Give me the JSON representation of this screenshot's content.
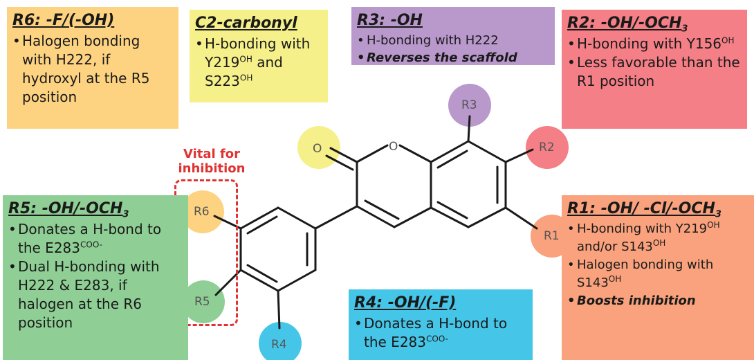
{
  "boxes": {
    "r6": {
      "title": "R6: -F/(-OH)",
      "items": [
        "Halogen bonding with H222, if hydroxyl at the R5 position"
      ]
    },
    "c2": {
      "title": "C2-carbonyl",
      "items": [
        [
          "H-bonding with Y219",
          "OH",
          " and S223",
          "OH"
        ]
      ]
    },
    "r3": {
      "title": "R3: -OH",
      "items": [
        "H-bonding with H222",
        "Reverses the scaffold"
      ]
    },
    "r2": {
      "title_main": "R2: -OH/-OCH",
      "title_sub": "3",
      "items": [
        [
          "H-bonding with Y156",
          "OH"
        ],
        "Less favorable than the R1 position"
      ]
    },
    "r5": {
      "title_main": "R5: -OH/-OCH",
      "title_sub": "3",
      "items": [
        [
          "Donates a H-bond to the E283",
          "COO-"
        ],
        "Dual H-bonding with H222 & E283, if halogen at the R6 position"
      ]
    },
    "r4": {
      "title": "R4: -OH/(-F)",
      "items": [
        [
          "Donates a H-bond to the E283",
          "COO-"
        ]
      ]
    },
    "r1": {
      "title_main": "R1: -OH/ -Cl/-OCH",
      "title_sub": "3",
      "items": [
        [
          "H-bonding with Y219",
          "OH",
          " and/or S143",
          "OH"
        ],
        [
          "Halogen bonding with S143",
          "OH"
        ],
        "Boosts inhibition"
      ]
    }
  },
  "vital_label": "Vital for inhibition",
  "molecule_labels": {
    "o_carbonyl": "O",
    "o_ring": "O",
    "r1": "R1",
    "r2": "R2",
    "r3": "R3",
    "r4": "R4",
    "r5": "R5",
    "r6": "R6"
  },
  "colors": {
    "r6": "#fdd381",
    "c2": "#f5f08a",
    "r3": "#b998cc",
    "r2": "#f47f86",
    "r5": "#8fcf95",
    "r4": "#45c6e8",
    "r1": "#f9a27d",
    "vital": "#e03232"
  }
}
